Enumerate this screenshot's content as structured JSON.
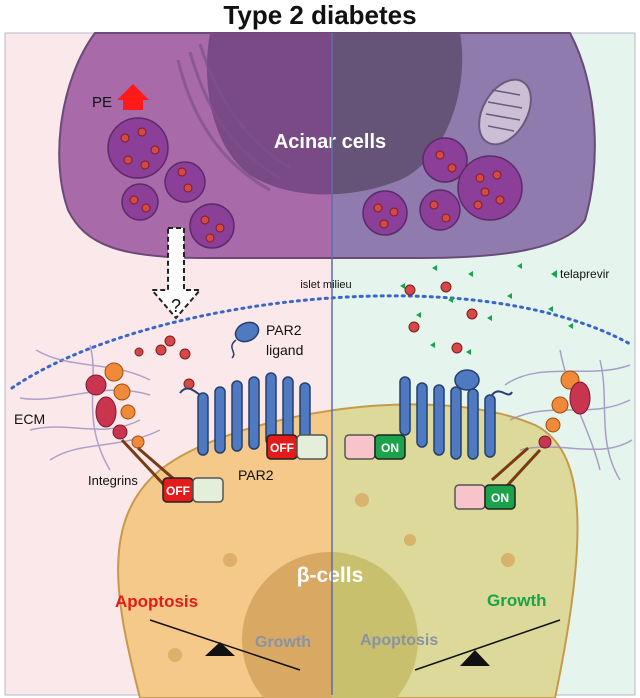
{
  "title": "Type 2 diabetes",
  "labels": {
    "pe": "PE",
    "acinar_cells": "Acinar cells",
    "question": "?",
    "islet_milieu": "islet milieu",
    "telaprevir": "telaprevir",
    "par2_ligand_line1": "PAR2",
    "par2_ligand_line2": "ligand",
    "ecm": "ECM",
    "integrins": "Integrins",
    "par2": "PAR2",
    "beta_cells": "β-cells"
  },
  "switches": {
    "left_integrin": "OFF",
    "left_par2": "OFF",
    "right_par2": "ON",
    "right_integrin": "ON"
  },
  "balance": {
    "left_heavy": "Apoptosis",
    "left_light": "Growth",
    "right_heavy": "Growth",
    "right_light": "Apoptosis"
  },
  "colors": {
    "left_bg": "#fbe8ea",
    "right_bg": "#e5f5ee",
    "acinar_left": "#a86aa8",
    "acinar_right": "#8f7bae",
    "granule": "#8b3f98",
    "beta_left": "#f4c98a",
    "beta_right": "#dcd99a",
    "receptor": "#4f79c0",
    "off_red": "#e31b1b",
    "on_green": "#1aa34a",
    "apoptosis_red": "#e31b1b",
    "growth_green": "#1aa34a",
    "muted_gray": "#8893a6",
    "pe_arrow": "#ff1a1a",
    "milieu_dots": "#3a66c9"
  }
}
